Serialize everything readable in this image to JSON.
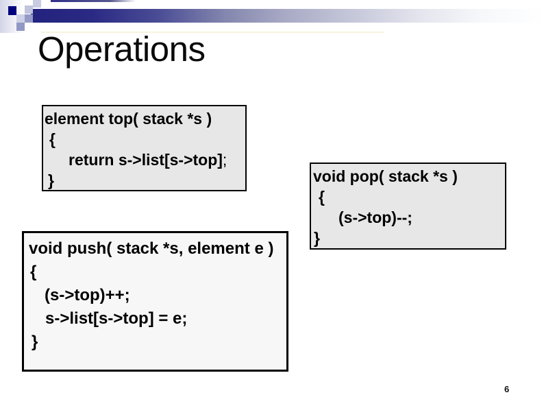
{
  "slide": {
    "title": "Operations",
    "page_number": "6"
  },
  "code_boxes": {
    "top": {
      "line1": "element top( stack *s )",
      "line2": "{",
      "line3_code": "return s->list[s->top]",
      "line3_semicolon": ";",
      "line4": "}"
    },
    "push": {
      "line1": "void push( stack *s, element e )",
      "line2": "{",
      "line3": "(s->top)++;",
      "line4": "s->list[s->top] = e;",
      "line5": "}"
    },
    "pop": {
      "line1": "void pop( stack *s )",
      "line2": "{",
      "line3": "(s->top)--;",
      "line4": "}"
    }
  },
  "theme": {
    "accent_navy": "#00017e",
    "bar_gradient_start": "#23237f",
    "box_fill_gray": "#e7e7e7",
    "box_fill_light": "#f7f7f7",
    "box_border": "#000000"
  }
}
